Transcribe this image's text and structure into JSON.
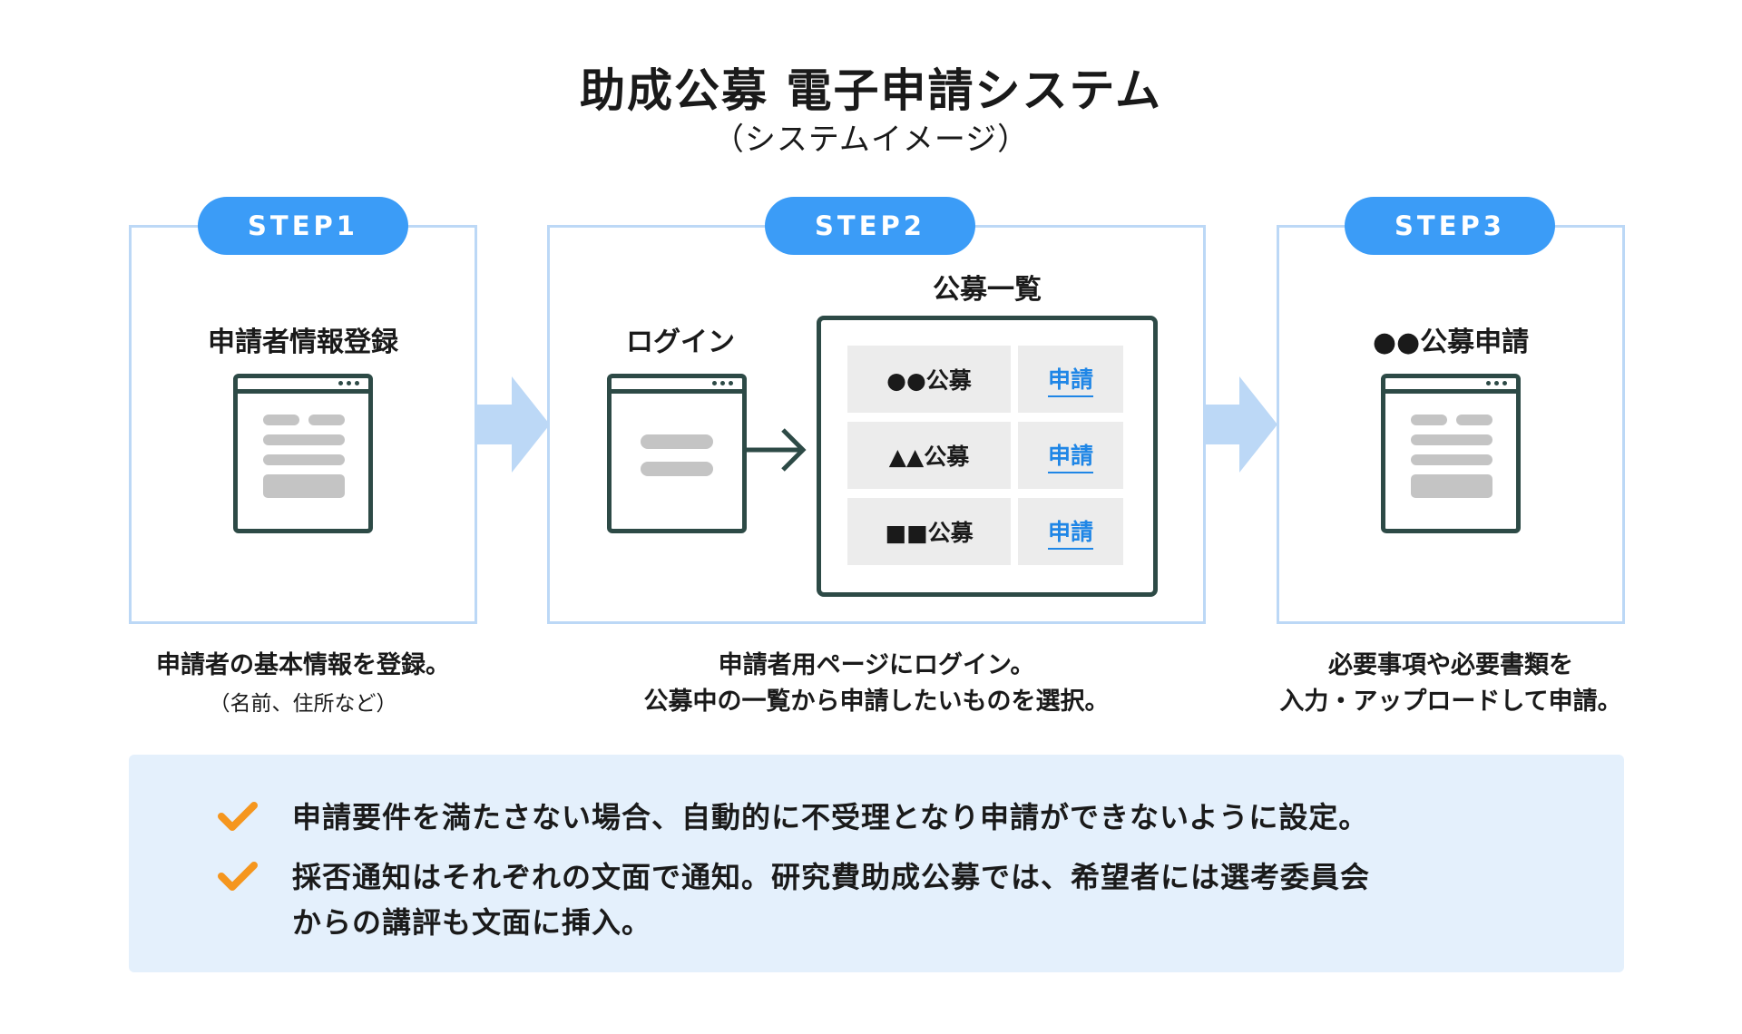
{
  "title": "助成公募 電子申請システム",
  "subtitle": "（システムイメージ）",
  "steps": [
    {
      "pill": "STEP1",
      "label": "申請者情報登録",
      "desc_lines": [
        "申請者の基本情報を登録。"
      ],
      "desc_sub": "（名前、住所など）"
    },
    {
      "pill": "STEP2",
      "login_label": "ログイン",
      "list_label": "公募一覧",
      "list_rows": [
        {
          "name": "●●公募",
          "action": "申請"
        },
        {
          "name": "▲▲公募",
          "action": "申請"
        },
        {
          "name": "■■公募",
          "action": "申請"
        }
      ],
      "desc_lines": [
        "申請者用ページにログイン。",
        "公募中の一覧から申請したいものを選択。"
      ]
    },
    {
      "pill": "STEP3",
      "label": "●●公募申請",
      "desc_lines": [
        "必要事項や必要書類を",
        "入力・アップロードして申請。"
      ]
    }
  ],
  "notes": [
    {
      "lines": [
        "申請要件を満たさない場合、自動的に不受理となり申請ができないように設定。"
      ]
    },
    {
      "lines": [
        "採否通知はそれぞれの文面で通知。研究費助成公募では、希望者には選考委員会",
        "からの講評も文面に挿入。"
      ]
    }
  ],
  "colors": {
    "pill": "#3b9cf7",
    "panel_border": "#bcd8f6",
    "flow_arrow": "#bcd8f6",
    "window_frame": "#2d4a46",
    "placeholder_bar": "#c4c4c4",
    "link": "#1f86e6",
    "check": "#f5961e",
    "note_bg": "#e4f0fc"
  },
  "icons": {
    "window": "browser-window-icon",
    "flow_arrow": "right-arrow-icon",
    "check": "check-icon"
  }
}
